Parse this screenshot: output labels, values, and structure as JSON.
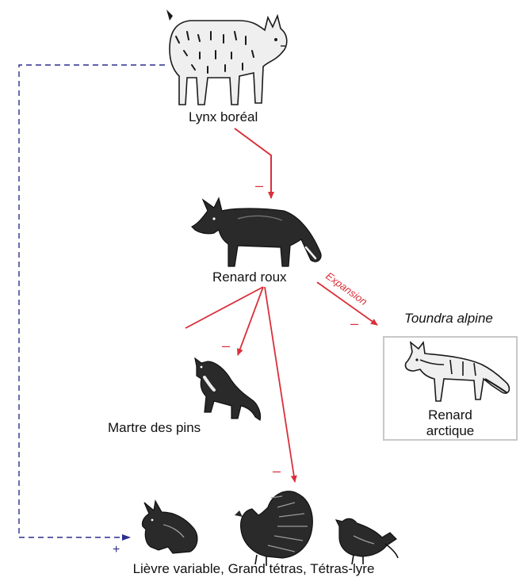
{
  "nodes": {
    "lynx": {
      "label": "Lynx boréal",
      "icon": "lynx-icon"
    },
    "red_fox": {
      "label": "Renard roux",
      "icon": "red-fox-icon"
    },
    "marten": {
      "label": "Martre des pins",
      "icon": "marten-icon"
    },
    "arctic_fox": {
      "label_line1": "Renard",
      "label_line2": "arctique",
      "icon": "arctic-fox-icon"
    },
    "prey": {
      "label": "Lièvre variable, Grand tétras, Tétras-lyre",
      "icons": [
        "hare-icon",
        "capercaillie-icon",
        "black-grouse-icon"
      ]
    }
  },
  "zone": {
    "label": "Toundra alpine"
  },
  "edges": {
    "lynx_to_fox": {
      "sign": "–"
    },
    "fox_to_marten": {
      "sign": "–"
    },
    "fox_to_prey": {
      "sign": "–"
    },
    "fox_to_arctic": {
      "sign": "–",
      "label": "Expansion"
    },
    "lynx_to_prey": {
      "sign": "+"
    }
  },
  "colors": {
    "negative": "#d9303a",
    "positive": "#2b2f8f",
    "box": "#c8c8c8",
    "ink": "#1a1a1a"
  }
}
